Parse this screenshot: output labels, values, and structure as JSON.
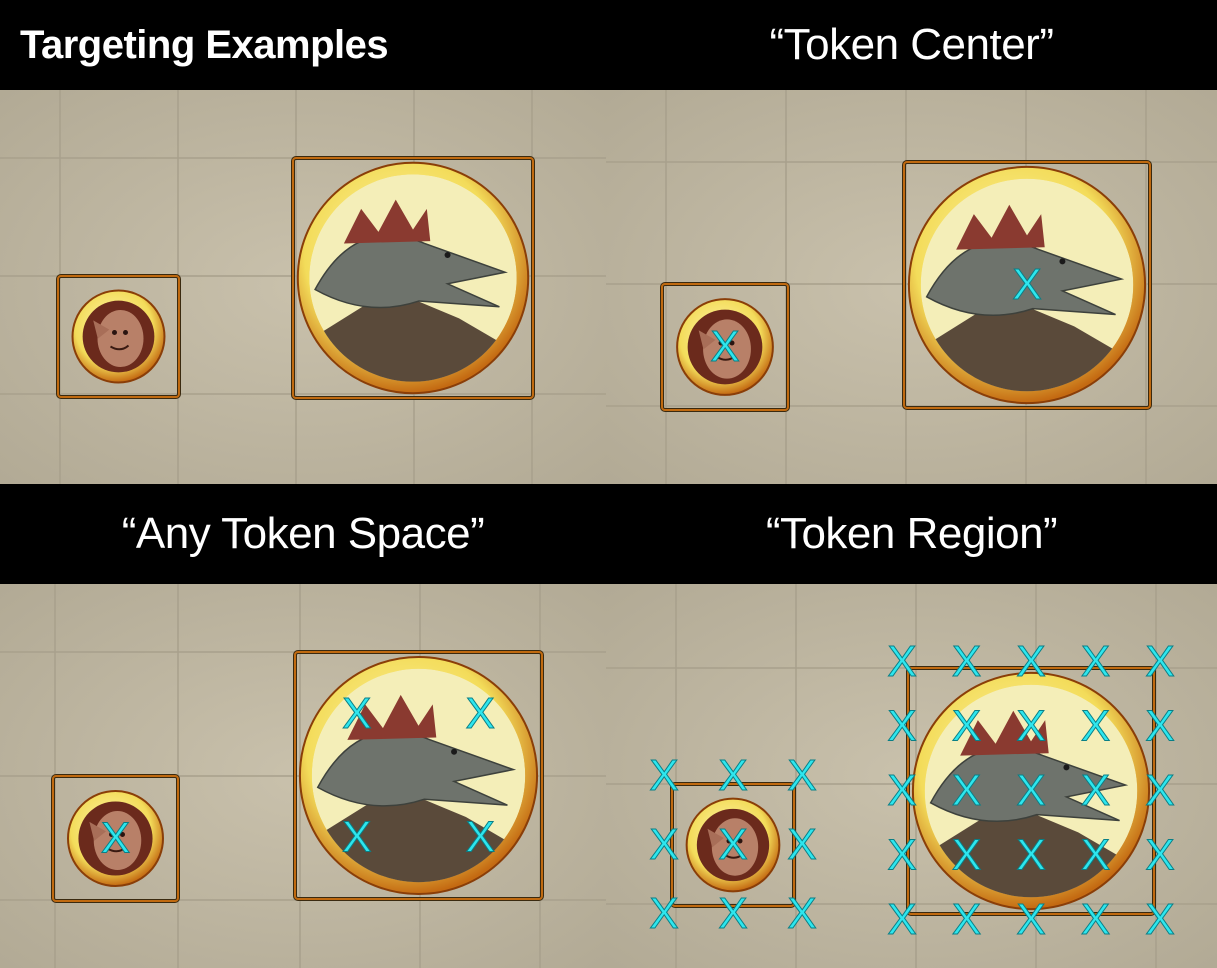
{
  "page_title": "Targeting Examples",
  "panels": [
    {
      "title": "",
      "mode": "none"
    },
    {
      "title": "“Token Center”",
      "mode": "center"
    },
    {
      "title": "“Any Token Space”",
      "mode": "space"
    },
    {
      "title": "“Token Region”",
      "mode": "region"
    }
  ],
  "tokens": [
    {
      "name": "goblin-token",
      "size_squares": 1
    },
    {
      "name": "crocodile-token",
      "size_squares": 2
    }
  ],
  "marker": {
    "glyph": "X",
    "color": "#2ee6ee"
  },
  "colors": {
    "grid_bg": "#bdb5a0",
    "grid_line": "#a8a08c",
    "frame": "#c06a10",
    "ring_outer": "#c46a12",
    "ring_inner": "#f3dc5a"
  }
}
